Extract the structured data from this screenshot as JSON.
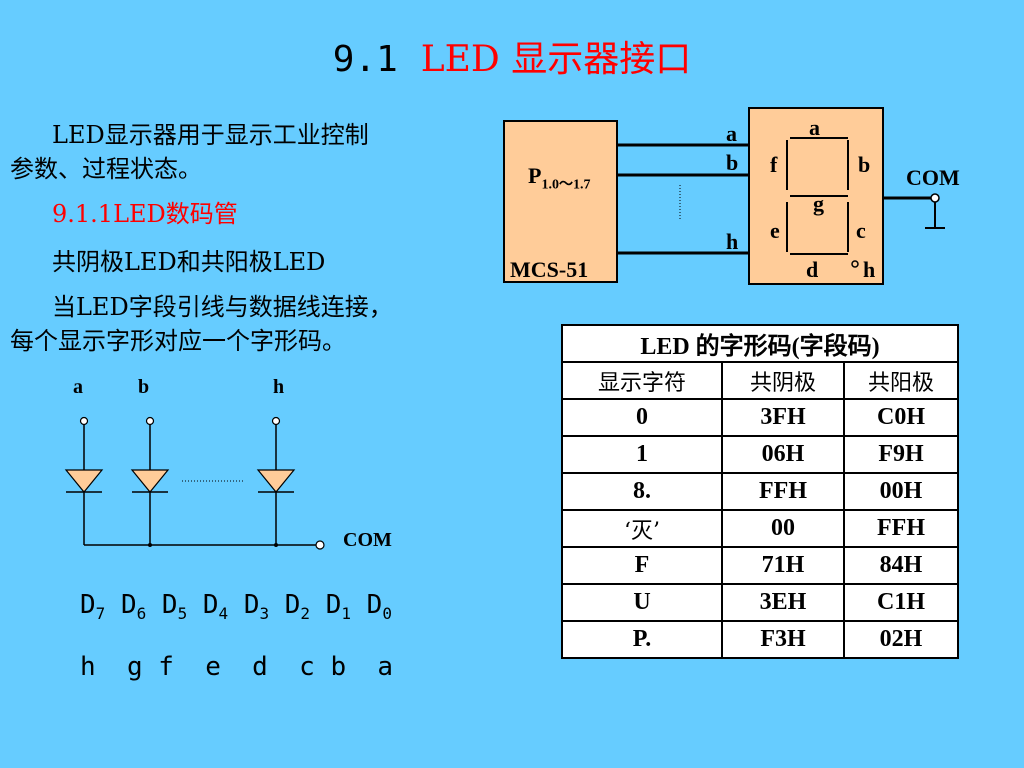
{
  "title": {
    "number": "9.1",
    "text": "LED 显示器接口"
  },
  "intro": {
    "line1": "LED显示器用于显示工业控制",
    "line2": "参数、过程状态。",
    "subheading": "9.1.1LED数码管",
    "line3": "共阴极LED和共阳极LED",
    "line4": "当LED字段引线与数据线连接，",
    "line5": "每个显示字形对应一个字形码。"
  },
  "mcu_diagram": {
    "port_label": "P",
    "port_sub": "1.0～1.7",
    "chip_label": "MCS-51",
    "wire_labels": [
      "a",
      "b",
      "h"
    ],
    "segments": {
      "a": "a",
      "b": "b",
      "c": "c",
      "d": "d",
      "e": "e",
      "f": "f",
      "g": "g",
      "h": "h"
    },
    "com_label": "COM"
  },
  "diode_diagram": {
    "pins": [
      "a",
      "b",
      "h"
    ],
    "com_label": "COM"
  },
  "bits": {
    "data_bits": [
      "D",
      "D",
      "D",
      "D",
      "D",
      "D",
      "D",
      "D"
    ],
    "data_subs": [
      "7",
      "6",
      "5",
      "4",
      "3",
      "2",
      "1",
      "0"
    ],
    "segment_line": "h  g f  e  d  c b  a"
  },
  "table": {
    "caption": "LED 的字形码(字段码)",
    "headers": [
      "显示字符",
      "共阴极",
      "共阳极"
    ],
    "rows": [
      [
        "0",
        "3FH",
        "C0H"
      ],
      [
        "1",
        "06H",
        "F9H"
      ],
      [
        "8.",
        "FFH",
        "00H"
      ],
      [
        "‘灭’",
        "00",
        "FFH"
      ],
      [
        "F",
        "71H",
        "84H"
      ],
      [
        "U",
        "3EH",
        "C1H"
      ],
      [
        "P.",
        "F3H",
        "02H"
      ]
    ]
  }
}
